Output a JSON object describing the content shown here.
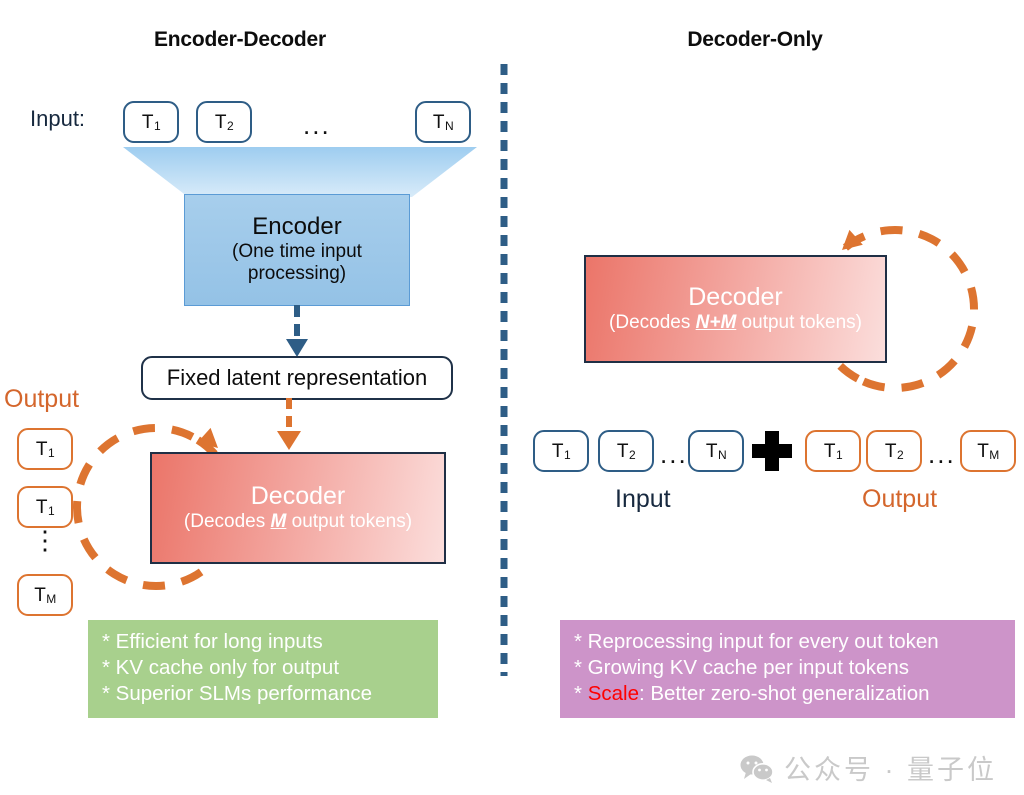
{
  "panels": {
    "left": {
      "title": "Encoder-Decoder",
      "input_label": "Input:",
      "input_tokens": [
        {
          "base": "T",
          "sub": "1"
        },
        {
          "base": "T",
          "sub": "2"
        }
      ],
      "input_ellipsis": "...",
      "input_last_token": {
        "base": "T",
        "sub": "N"
      },
      "encoder": {
        "title": "Encoder",
        "subtitle_line1": "(One time input",
        "subtitle_line2": "processing)"
      },
      "latent_label": "Fixed latent representation",
      "output_label": "Output",
      "output_tokens": [
        {
          "base": "T",
          "sub": "1"
        },
        {
          "base": "T",
          "sub": "1"
        }
      ],
      "output_ellipsis": "⋮",
      "output_last_token": {
        "base": "T",
        "sub": "M"
      },
      "decoder": {
        "title": "Decoder",
        "sub_prefix": "(Decodes ",
        "sub_symbol": "M",
        "sub_suffix": " output tokens)"
      },
      "callout": {
        "lines": [
          "* Efficient for long inputs",
          "* KV cache only for output",
          "* Superior SLMs performance"
        ]
      }
    },
    "right": {
      "title": "Decoder-Only",
      "decoder": {
        "title": "Decoder",
        "sub_prefix": "(Decodes ",
        "sub_symbol": "N+M",
        "sub_suffix": " output tokens)"
      },
      "input_label": "Input",
      "output_label": "Output",
      "input_tokens": [
        {
          "base": "T",
          "sub": "1"
        },
        {
          "base": "T",
          "sub": "2"
        }
      ],
      "input_ellipsis": "...",
      "input_last_token": {
        "base": "T",
        "sub": "N"
      },
      "plus": "✚",
      "output_tokens": [
        {
          "base": "T",
          "sub": "1"
        },
        {
          "base": "T",
          "sub": "2"
        }
      ],
      "output_ellipsis": "...",
      "output_last_token": {
        "base": "T",
        "sub": "M"
      },
      "callout": {
        "line1": "* Reprocessing input for every out token",
        "line2": "* Growing KV cache per input tokens",
        "line3_prefix": "* ",
        "line3_scale": "Scale",
        "line3_suffix": ": Better zero-shot generalization"
      }
    }
  },
  "watermark": {
    "text": "公众号 · 量子位"
  },
  "colors": {
    "token_blue_border": "#2e5d86",
    "token_orange_border": "#dd7430",
    "encoder_fill": "#9dc3e6",
    "decoder_gradient_start": "#eb7569",
    "decoder_gradient_end": "#fbdedc",
    "callout_green": "#a8d08d",
    "callout_purple": "#cd94c9",
    "scale_red": "#ff0000",
    "divider_blue": "#2e5d86",
    "loop_orange": "#dd7430",
    "navy_arrow": "#2e5d86"
  }
}
